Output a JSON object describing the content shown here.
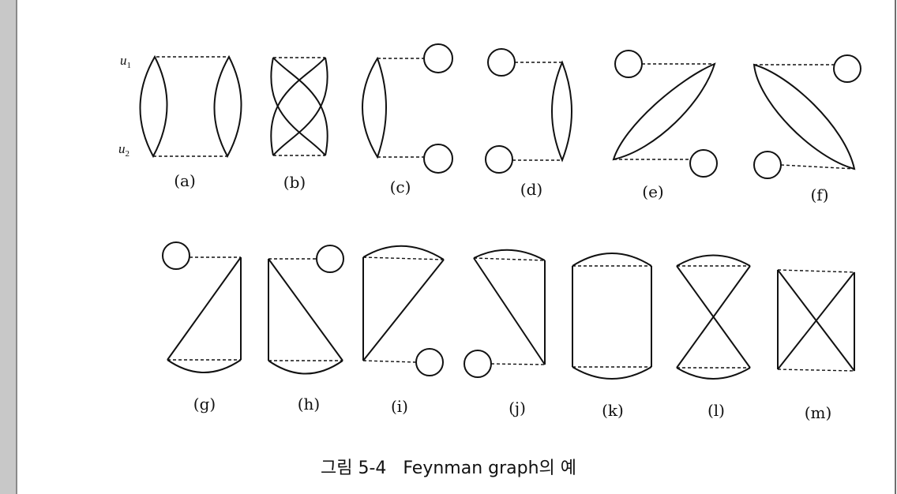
{
  "vertex_labels": {
    "u1": {
      "base": "u",
      "sub": "1"
    },
    "u2": {
      "base": "u",
      "sub": "2"
    }
  },
  "graph_labels": [
    "(a)",
    "(b)",
    "(c)",
    "(d)",
    "(e)",
    "(f)",
    "(g)",
    "(h)",
    "(i)",
    "(j)",
    "(k)",
    "(l)",
    "(m)"
  ],
  "caption": "그림 5-4   Feynman graph의 예"
}
